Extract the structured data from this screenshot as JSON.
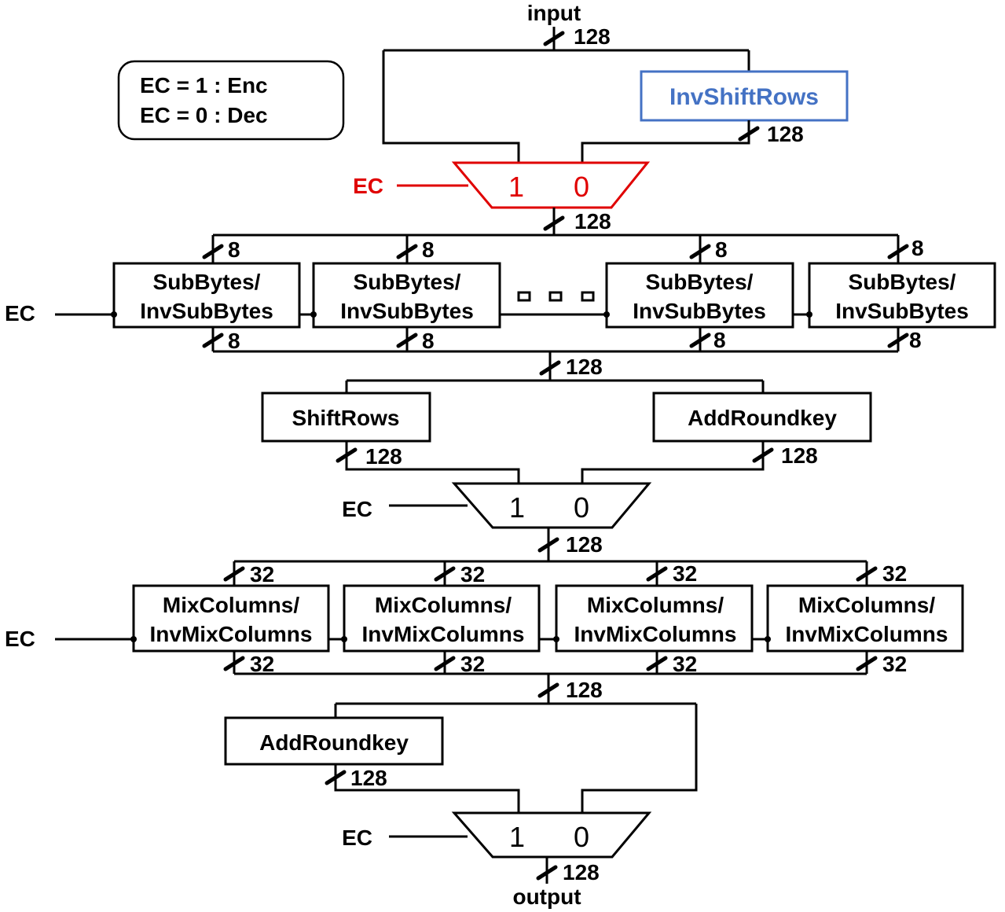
{
  "io": {
    "input": "input",
    "output": "output"
  },
  "legend": {
    "line1": "EC = 1 : Enc",
    "line2": "EC = 0 : Dec"
  },
  "control": {
    "ec": "EC"
  },
  "mux": {
    "in1": "1",
    "in0": "0"
  },
  "widths": {
    "w128": "128",
    "w8": "8",
    "w32": "32"
  },
  "blocks": {
    "inv_shift_rows": "InvShiftRows",
    "subbytes_l1": "SubBytes/",
    "subbytes_l2": "InvSubBytes",
    "shift_rows": "ShiftRows",
    "add_round_key": "AddRoundkey",
    "mixcol_l1": "MixColumns/",
    "mixcol_l2": "InvMixColumns"
  },
  "colors": {
    "highlight_red": "#e00000",
    "highlight_blue": "#4472c4",
    "line": "#000000"
  }
}
